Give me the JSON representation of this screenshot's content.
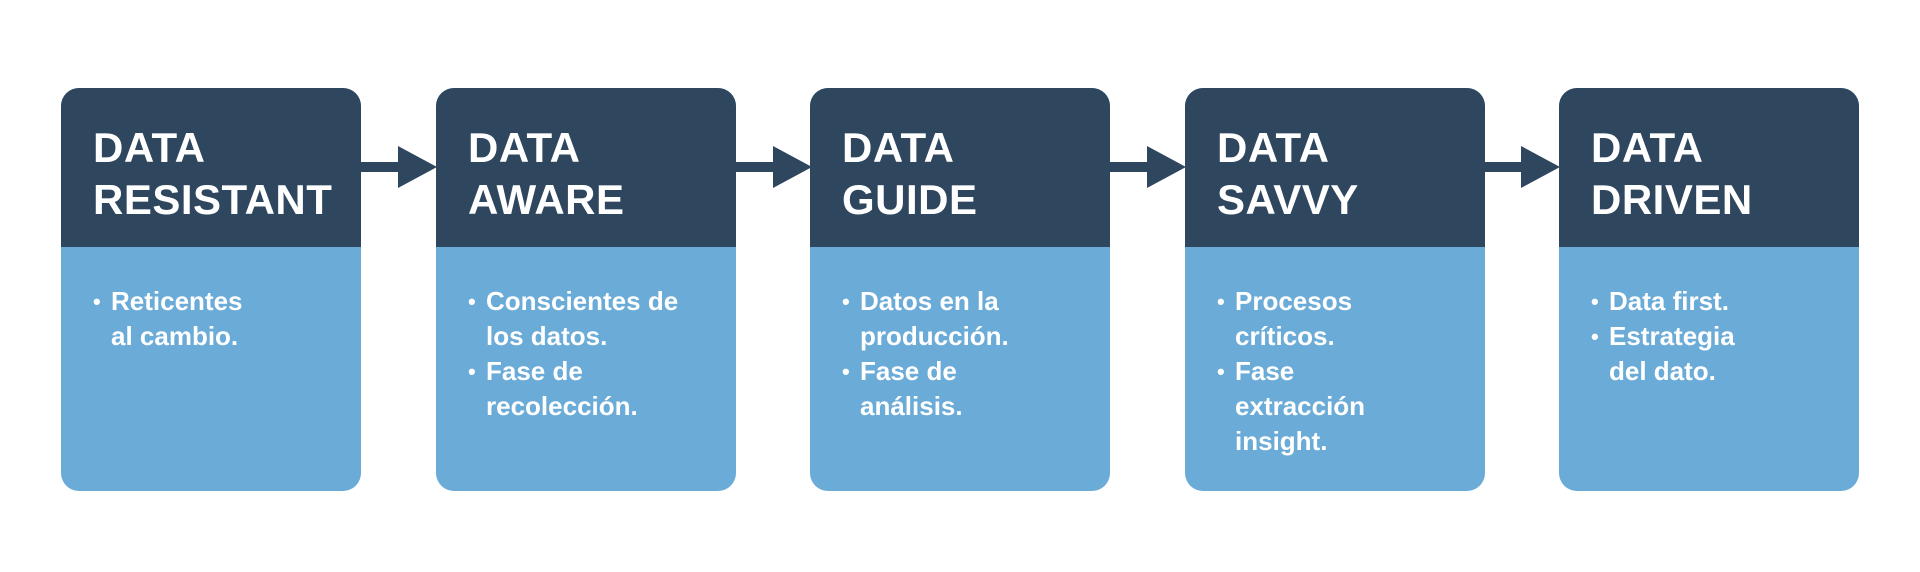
{
  "colors": {
    "header_bg": "#2e465e",
    "body_bg": "#6aabd8",
    "arrow": "#2e465e",
    "text": "#ffffff"
  },
  "stages": [
    {
      "title_line1": "DATA",
      "title_line2": "RESISTANT",
      "bullets": [
        [
          "Reticentes",
          "al cambio."
        ]
      ]
    },
    {
      "title_line1": "DATA",
      "title_line2": "AWARE",
      "bullets": [
        [
          "Conscientes de",
          "los datos."
        ],
        [
          "Fase de",
          "recolección."
        ]
      ]
    },
    {
      "title_line1": "DATA",
      "title_line2": "GUIDE",
      "bullets": [
        [
          "Datos en la",
          "producción."
        ],
        [
          "Fase de",
          "análisis."
        ]
      ]
    },
    {
      "title_line1": "DATA",
      "title_line2": "SAVVY",
      "bullets": [
        [
          "Procesos",
          "críticos."
        ],
        [
          "Fase",
          "extracción",
          "insight."
        ]
      ]
    },
    {
      "title_line1": "DATA",
      "title_line2": "DRIVEN",
      "bullets": [
        [
          "Data first."
        ],
        [
          "Estrategia",
          "del dato."
        ]
      ]
    }
  ]
}
